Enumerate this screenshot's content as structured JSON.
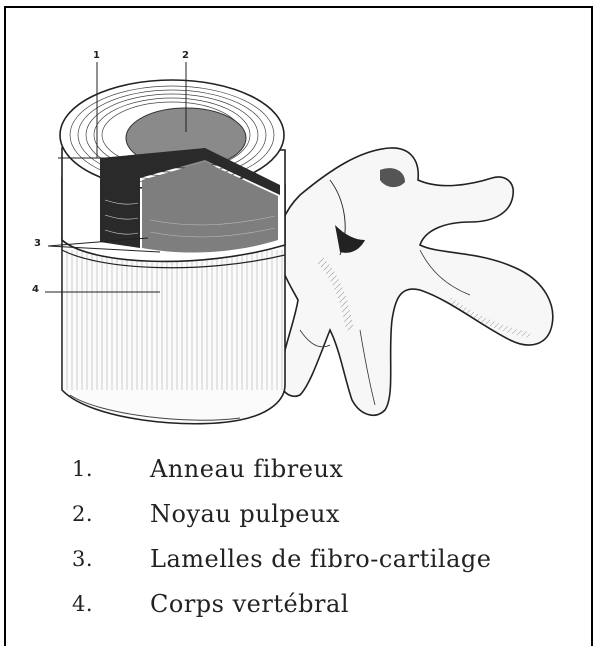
{
  "callouts": {
    "c1": "1",
    "c2": "2",
    "c3": "3",
    "c4": "4"
  },
  "legend": [
    {
      "number": "1.",
      "label": "Anneau fibreux"
    },
    {
      "number": "2.",
      "label": "Noyau pulpeux"
    },
    {
      "number": "3.",
      "label": "Lamelles de fibro-cartilage"
    },
    {
      "number": "4.",
      "label": "Corps vertébral"
    }
  ]
}
